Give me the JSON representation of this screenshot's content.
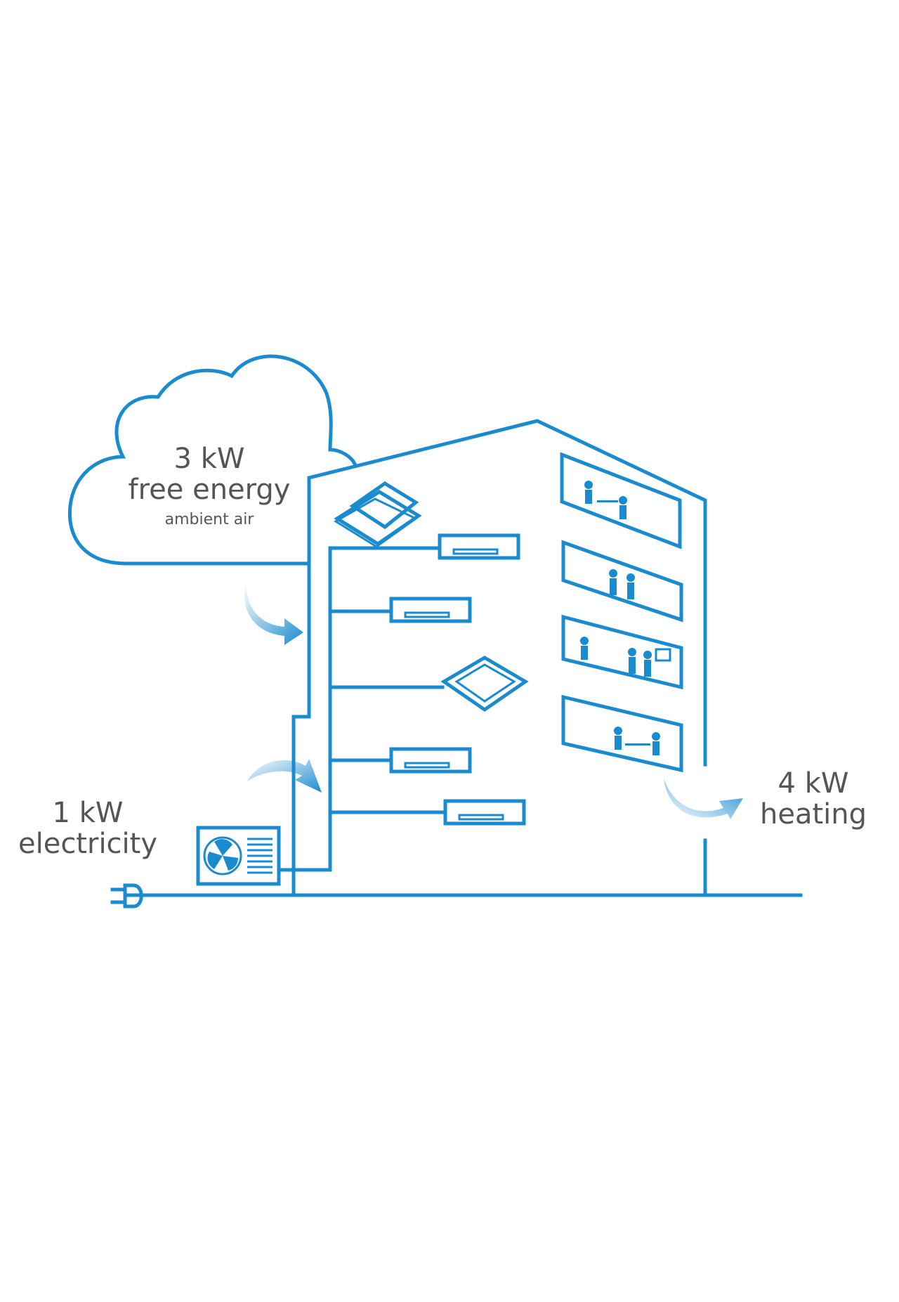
{
  "cloud": {
    "line1": "3 kW",
    "line2": "free energy",
    "line3": "ambient air"
  },
  "electricity": {
    "line1": "1 kW",
    "line2": "electricity"
  },
  "heating": {
    "line1": "4 kW",
    "line2": "heating"
  },
  "colors": {
    "accent": "#1b8bd0",
    "text": "#555555",
    "background": "#ffffff"
  },
  "icons": [
    "cloud-icon",
    "building-icon",
    "outdoor-unit-icon",
    "fan-icon",
    "plug-icon",
    "cassette-unit-icon",
    "wall-unit-icon",
    "people-icon",
    "arrow-icon"
  ]
}
